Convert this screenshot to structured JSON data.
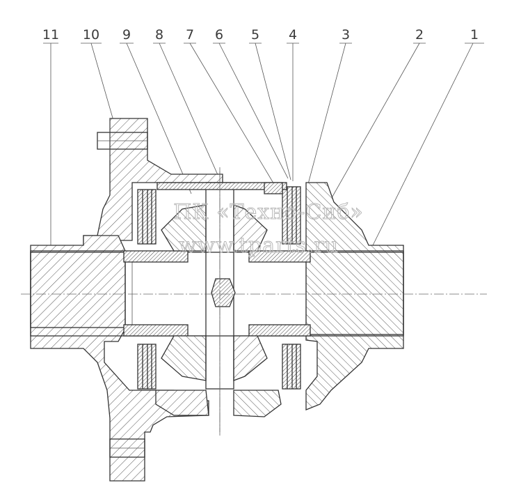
{
  "callouts": [
    "11",
    "10",
    "9",
    "8",
    "7",
    "6",
    "5",
    "4",
    "3",
    "2",
    "1"
  ],
  "watermark": {
    "line1": "ПК «Техно-Сиб»",
    "line2": "www.tparts.ru"
  }
}
